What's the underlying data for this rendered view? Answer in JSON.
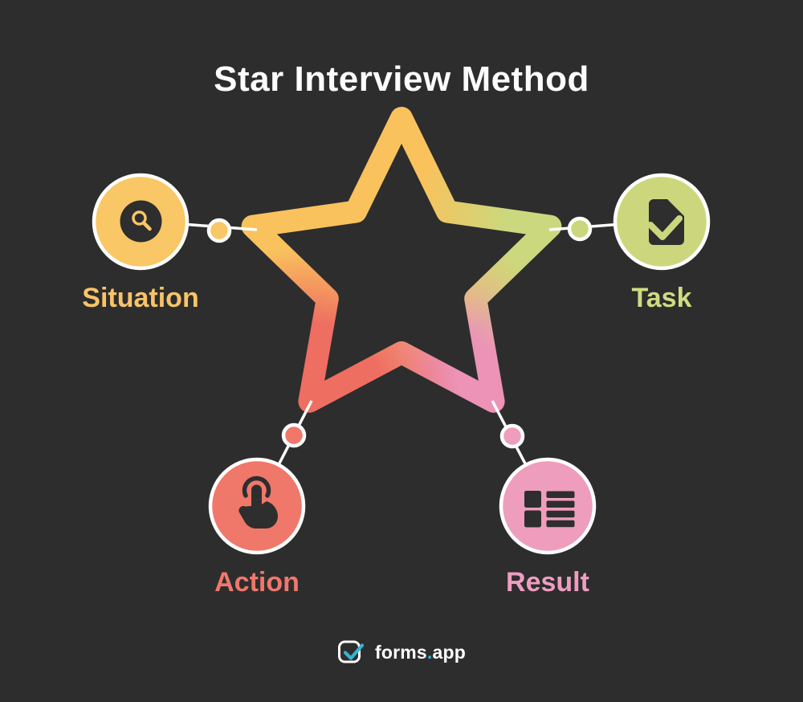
{
  "title": "Star Interview Method",
  "theme": {
    "background": "#2d2d2d",
    "connector_color": "#ffffff",
    "icon_dark": "#2e2e2e",
    "star_gradient_colors": [
      "#f9c25d",
      "#cbd87d",
      "#ec93b7",
      "#ee6e61"
    ]
  },
  "nodes": [
    {
      "label": "Situation",
      "color": "#f9c766",
      "icon": "magnifier-icon",
      "position": "top-left"
    },
    {
      "label": "Task",
      "color": "#ccd77d",
      "icon": "document-check-icon",
      "position": "top-right"
    },
    {
      "label": "Action",
      "color": "#f0786a",
      "icon": "tap-hand-icon",
      "position": "bottom-left"
    },
    {
      "label": "Result",
      "color": "#ee9dbd",
      "icon": "list-icon",
      "position": "bottom-right"
    }
  ],
  "footer": {
    "brand": "forms",
    "separator": ".",
    "suffix": "app",
    "accent_color": "#34b4d6"
  }
}
